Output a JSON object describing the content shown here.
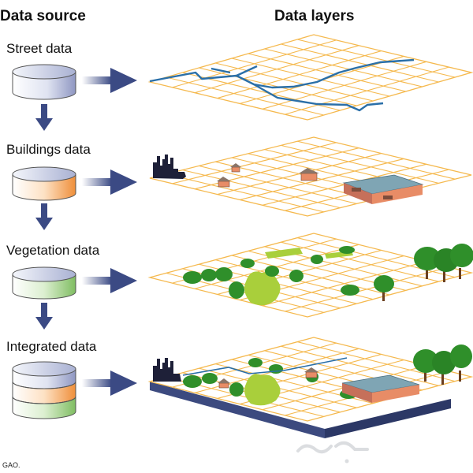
{
  "header": {
    "source_title": "Data source",
    "layers_title": "Data layers"
  },
  "sources": [
    {
      "label": "Street data",
      "color": "#b9bfd9"
    },
    {
      "label": "Buildings data",
      "color": "#f3a45a"
    },
    {
      "label": "Vegetation data",
      "color": "#9ccc84"
    },
    {
      "label": "Integrated data",
      "colors": [
        "#b9bfd9",
        "#f3a45a",
        "#9ccc84"
      ]
    }
  ],
  "colors": {
    "grid": "#f5b94e",
    "road": "#2a6fa8",
    "arrow": "#3b4a84",
    "tree": "#2f8f2a",
    "shrub": "#a9cf3b",
    "building_wall": "#e88c66",
    "building_roof": "#7fa5b4",
    "skyline": "#1e2038",
    "slab": "#3c4a7f"
  },
  "footer": {
    "credit": "GAO."
  }
}
